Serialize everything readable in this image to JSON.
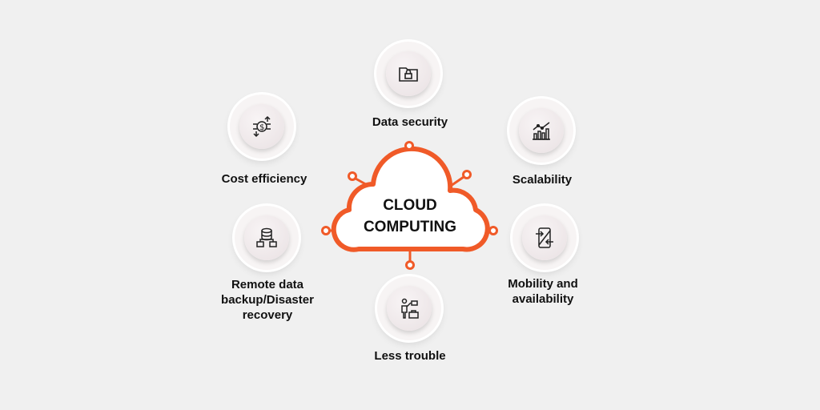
{
  "center": {
    "line1": "CLOUD",
    "line2": "COMPUTING"
  },
  "colors": {
    "accent": "#f05a28",
    "background": "#f0f0f0"
  },
  "items": [
    {
      "label": "Data security",
      "icon": "folder-lock-icon"
    },
    {
      "label": "Cost efficiency",
      "icon": "dollar-exchange-icon"
    },
    {
      "label": "Scalability",
      "icon": "growth-chart-icon"
    },
    {
      "label": "Remote data backup/Disaster recovery",
      "line1": "Remote data",
      "line2": "backup/Disaster",
      "line3": "recovery",
      "icon": "database-backup-icon"
    },
    {
      "label": "Mobility and availability",
      "line1": "Mobility and",
      "line2": "availability",
      "icon": "mobile-transfer-icon"
    },
    {
      "label": "Less trouble",
      "icon": "person-tools-icon"
    }
  ]
}
